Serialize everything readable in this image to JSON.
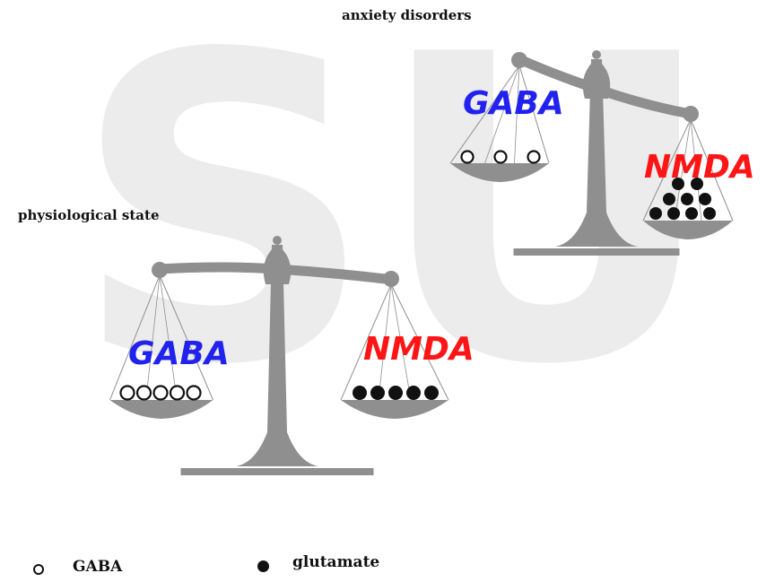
{
  "watermark": {
    "text": "SU",
    "color": "#ececec"
  },
  "colors": {
    "scale": "#8f8f8f",
    "gaba_label": "#2222ee",
    "nmda_label": "#ff1515",
    "molecule": "#111111"
  },
  "anxiety_panel": {
    "caption": "anxiety disorders",
    "left_label": "GABA",
    "right_label": "NMDA",
    "gaba_count": 3,
    "glutamate_count": 9
  },
  "physiological_panel": {
    "caption": "physiological state",
    "left_label": "GABA",
    "right_label": "NMDA",
    "gaba_count": 5,
    "glutamate_count": 5
  },
  "legend": [
    {
      "icon": "open-circle-icon",
      "label": "GABA"
    },
    {
      "icon": "filled-circle-icon",
      "label": "glutamate"
    }
  ]
}
